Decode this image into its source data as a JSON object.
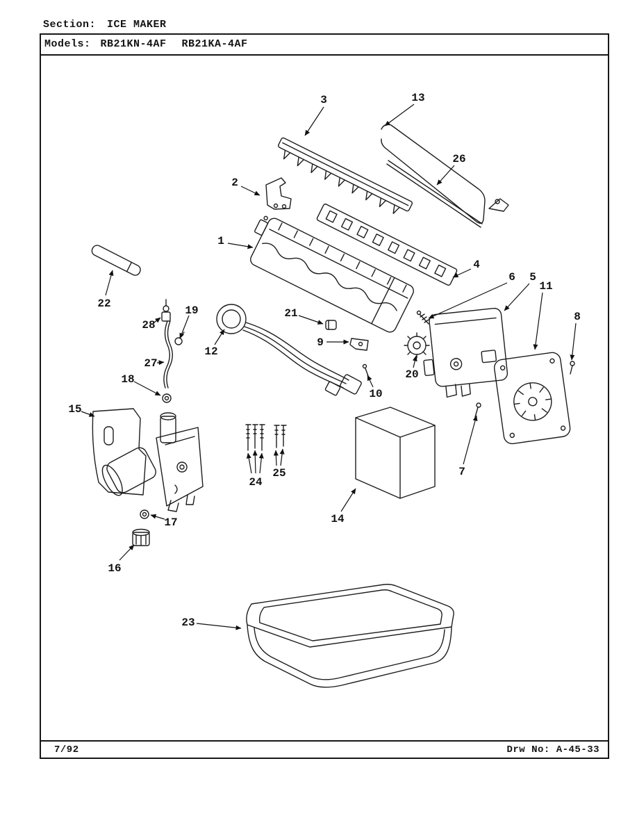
{
  "header": {
    "section_label": "Section:",
    "section_title": "ICE MAKER",
    "models_label": "Models:",
    "models": [
      "RB21KN-4AF",
      "RB21KA-4AF"
    ]
  },
  "footer": {
    "date": "7/92",
    "drw_label": "Drw No:",
    "drw_no": "A-45-33"
  },
  "diagram": {
    "callouts": [
      "1",
      "2",
      "3",
      "4",
      "5",
      "6",
      "7",
      "8",
      "9",
      "10",
      "11",
      "12",
      "13",
      "14",
      "15",
      "16",
      "17",
      "18",
      "19",
      "20",
      "21",
      "22",
      "23",
      "24",
      "25",
      "26",
      "27",
      "28"
    ]
  }
}
